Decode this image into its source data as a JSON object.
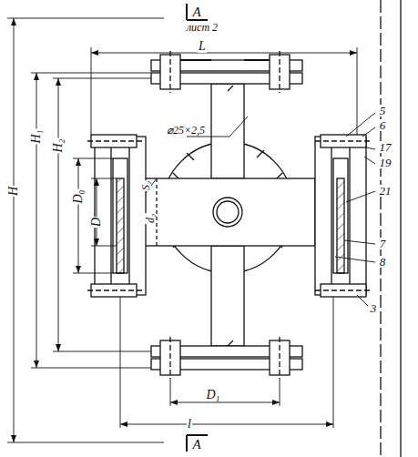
{
  "diagram": {
    "labels": [
      "А",
      "лист 2",
      "L",
      "H",
      "H₁",
      "H₂",
      "⌀25×2,5",
      "5",
      "6",
      "17",
      "19",
      "21",
      "7",
      "8",
      "3",
      "D₀",
      "D",
      "S₂",
      "d₂",
      "D₁",
      "l",
      "А"
    ]
  }
}
